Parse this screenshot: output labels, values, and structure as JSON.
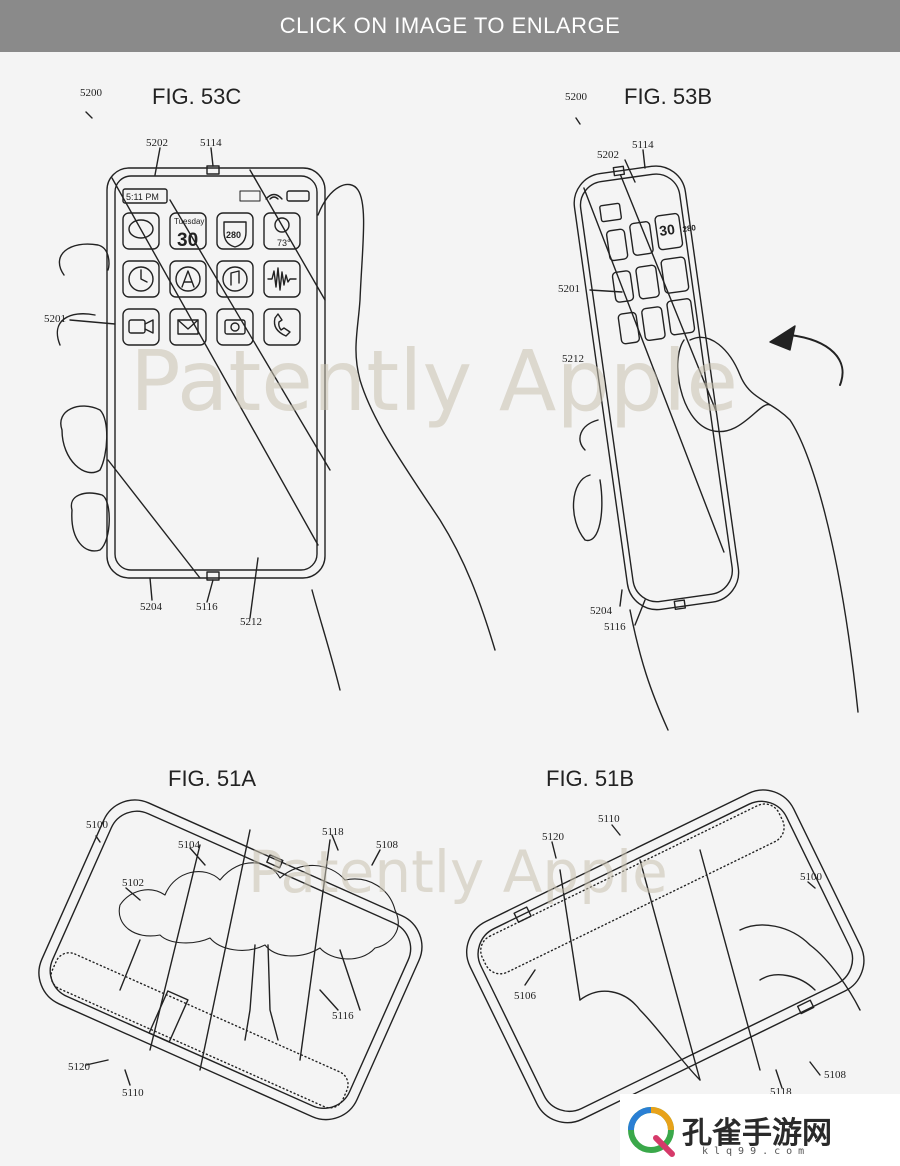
{
  "banner": {
    "label": "CLICK ON IMAGE TO ENLARGE"
  },
  "watermark": {
    "text": "Patently Apple"
  },
  "figures": {
    "fig53c": {
      "title": "FIG. 53C",
      "refs": {
        "r5200": "5200",
        "r5202": "5202",
        "r5114": "5114",
        "r5201": "5201",
        "r5204": "5204",
        "r5116": "5116",
        "r5212": "5212"
      },
      "status": {
        "time": "5:11 PM"
      },
      "calendar": {
        "day": "Tuesday",
        "date": "30"
      },
      "highway": "280",
      "temperature": "73°"
    },
    "fig53b": {
      "title": "FIG. 53B",
      "refs": {
        "r5200": "5200",
        "r5202": "5202",
        "r5114": "5114",
        "r5201": "5201",
        "r5212": "5212",
        "r5204": "5204",
        "r5116": "5116"
      },
      "calendar": {
        "date": "30"
      },
      "highway": "280"
    },
    "fig51a": {
      "title": "FIG. 51A",
      "refs": {
        "r5100": "5100",
        "r5104": "5104",
        "r5118": "5118",
        "r5108": "5108",
        "r5102": "5102",
        "r5116": "5116",
        "r5120": "5120",
        "r5110": "5110"
      }
    },
    "fig51b": {
      "title": "FIG. 51B",
      "refs": {
        "r5110": "5110",
        "r5120": "5120",
        "r5100": "5100",
        "r5106": "5106",
        "r5118": "5118",
        "r5108": "5108"
      }
    }
  },
  "logo": {
    "text": "孔雀手游网",
    "sub": "klq99.com"
  },
  "colors": {
    "banner": "#8a8a8a",
    "ink": "#222222",
    "watermark": "#c9c2b0",
    "background": "#f4f4f4"
  }
}
